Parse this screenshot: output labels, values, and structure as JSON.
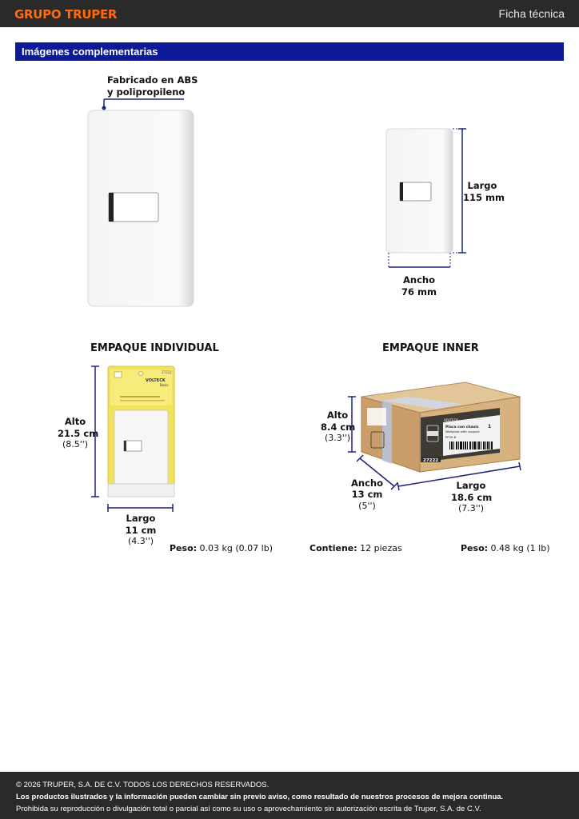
{
  "header": {
    "logo": "GRUPO TRUPER",
    "doc_type": "Ficha técnica"
  },
  "section": {
    "title": "Imágenes complementarias"
  },
  "product": {
    "material_line1": "Fabricado en ABS",
    "material_line2": "y polipropileno",
    "largo_label": "Largo",
    "largo_value": "115 mm",
    "ancho_label": "Ancho",
    "ancho_value": "76 mm"
  },
  "individual": {
    "heading": "EMPAQUE INDIVIDUAL",
    "alto_label": "Alto",
    "alto_cm": "21.5 cm",
    "alto_in": "(8.5'')",
    "largo_label": "Largo",
    "largo_cm": "11 cm",
    "largo_in": "(4.3'')",
    "weight_label": "Peso:",
    "weight_value": "0.03 kg (0.07 lb)",
    "pack_brand": "VOLTECK",
    "pack_sub": "Basic",
    "pack_code": "27222"
  },
  "inner": {
    "heading": "EMPAQUE INNER",
    "alto_label": "Alto",
    "alto_cm": "8.4 cm",
    "alto_in": "(3.3'')",
    "ancho_label": "Ancho",
    "ancho_cm": "13 cm",
    "ancho_in": "(5'')",
    "largo_label": "Largo",
    "largo_cm": "18.6 cm",
    "largo_in": "(7.3'')",
    "contains_label": "Contiene:",
    "contains_value": "12 piezas",
    "weight_label": "Peso:",
    "weight_value": "0.48 kg (1 lb)",
    "box_brand": "VOLTECK",
    "box_product": "Placa con chasis",
    "box_product_en": "Wallplate with support",
    "box_qty": "1",
    "box_model": "PP2E-B",
    "box_code": "27222"
  },
  "footer": {
    "line1": "© 2026 TRUPER, S.A. DE C.V. TODOS LOS DERECHOS RESERVADOS.",
    "line2": "Los productos ilustrados y la información pueden cambiar sin previo aviso, como resultado de nuestros procesos de mejora continua.",
    "line3": "Prohibida su reproducción o divulgación total o parcial así como su uso o aprovechamiento sin autorización escrita de Truper, S.A. de C.V."
  },
  "colors": {
    "brand_orange": "#ff6a13",
    "section_blue": "#0c1a99",
    "dimension_navy": "#1a237e",
    "dark_bar": "#2a2a2a"
  }
}
